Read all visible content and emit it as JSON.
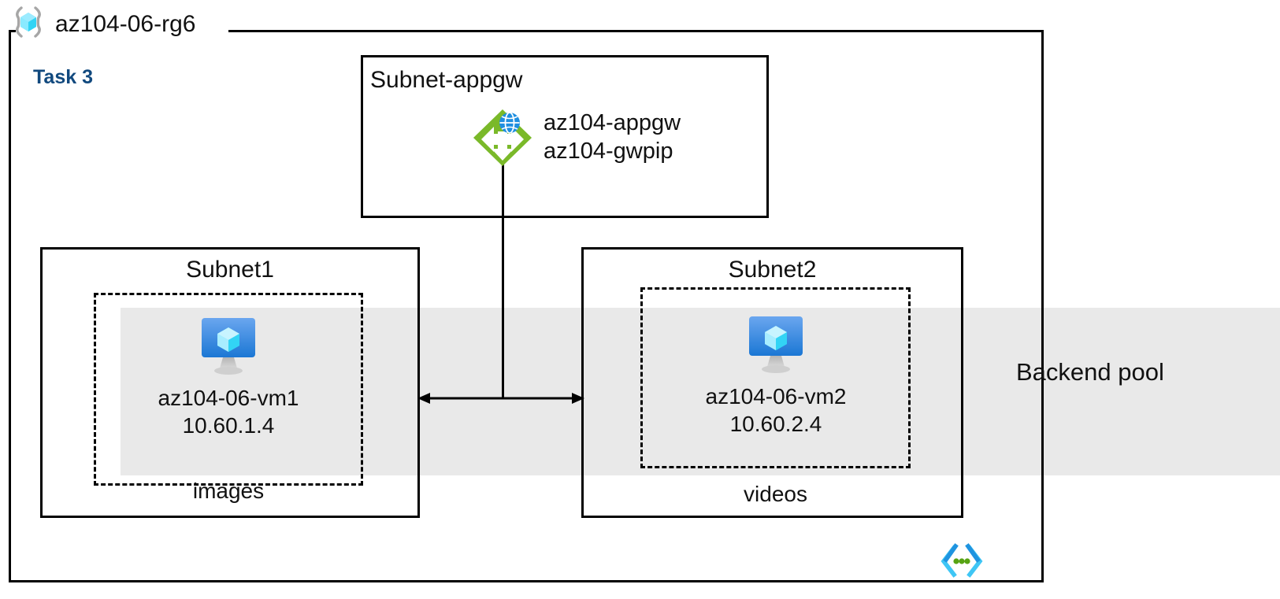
{
  "diagram": {
    "title": "az104-06-rg6",
    "task_label": "Task 3",
    "resource_group_icon": "resource-group-icon",
    "code_icon": "code-brackets-icon",
    "backend_pool_label": "Backend pool",
    "colors": {
      "task_blue": "#11497e",
      "backend_band_gray": "#e9e9e9",
      "appgw_green": "#7ab929",
      "vm_blue": "#2a7fd4",
      "cube_cyan": "#5fe0f5",
      "border_black": "#000000",
      "code_icon_blue": "#1f94e0",
      "code_icon_cyan": "#3fc6f5",
      "code_icon_green": "#57a313"
    },
    "subnets": [
      {
        "id": "subnet-appgw",
        "label": "Subnet-appgw",
        "resources": [
          {
            "icon": "application-gateway-icon",
            "lines": [
              "az104-appgw",
              "az104-gwpip"
            ]
          }
        ]
      },
      {
        "id": "subnet1",
        "label": "Subnet1",
        "tier_label": "images",
        "vm": {
          "icon": "virtual-machine-icon",
          "name": "az104-06-vm1",
          "ip": "10.60.1.4"
        }
      },
      {
        "id": "subnet2",
        "label": "Subnet2",
        "tier_label": "videos",
        "vm": {
          "icon": "virtual-machine-icon",
          "name": "az104-06-vm2",
          "ip": "10.60.2.4"
        }
      }
    ],
    "connectors": [
      {
        "name": "appgw-to-backend-vline",
        "type": "line"
      },
      {
        "name": "subnet1-subnet2-double-arrow",
        "type": "double-arrow"
      }
    ]
  }
}
